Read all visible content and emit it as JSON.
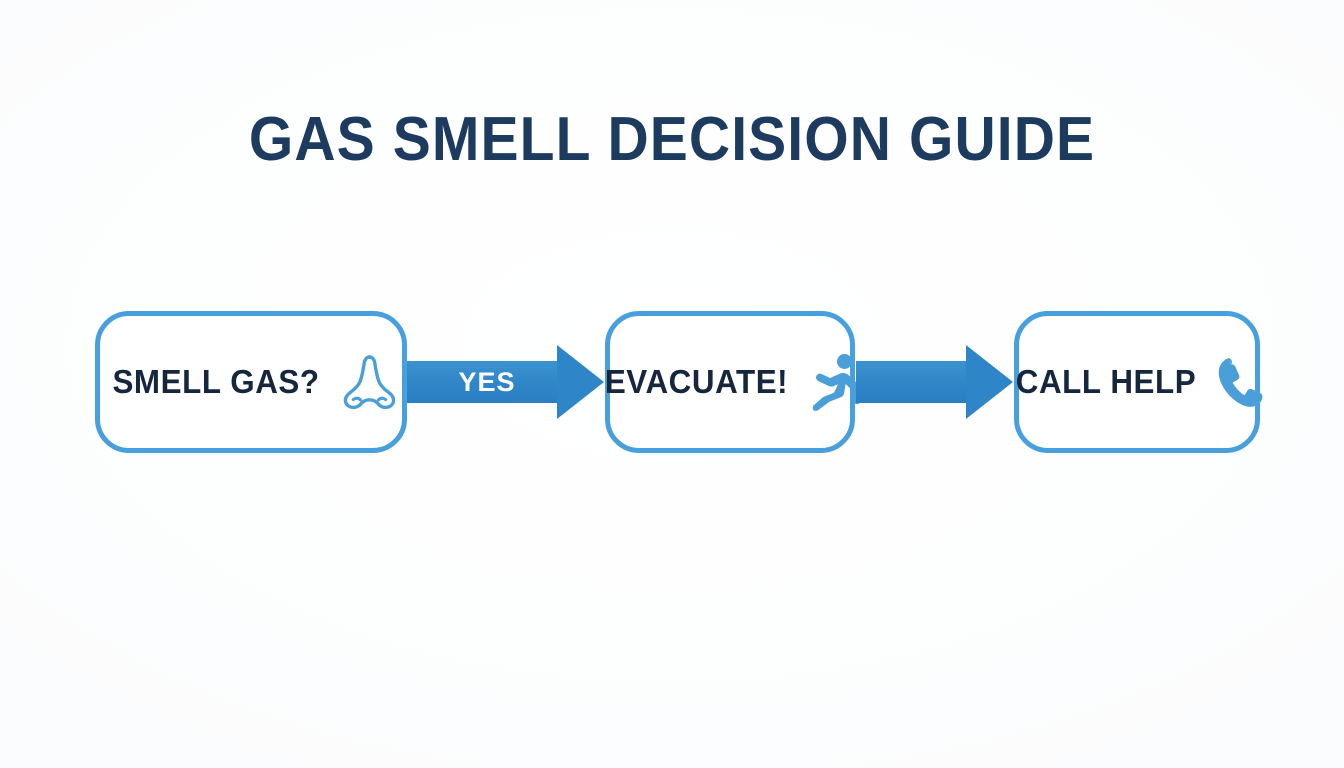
{
  "title": "GAS SMELL DECISION GUIDE",
  "colors": {
    "background": "#ffffff",
    "title_text": "#1d3a5f",
    "node_text": "#16263d",
    "node_border": "#47a0dd",
    "arrow_fill": "#2e86c8",
    "arrow_label_text": "#ffffff",
    "icon_blue": "#4a9fd8"
  },
  "flow": {
    "nodes": [
      {
        "id": "smell-gas",
        "label": "SMELL GAS?",
        "icon": "nose-icon"
      },
      {
        "id": "evacuate",
        "label": "EVACUATE!",
        "icon": "running-person-icon"
      },
      {
        "id": "call-help",
        "label": "CALL HELP",
        "icon": "phone-handset-icon"
      }
    ],
    "arrows": [
      {
        "id": "yes",
        "label": "YES",
        "from": "smell-gas",
        "to": "evacuate"
      },
      {
        "id": "plain",
        "label": "",
        "from": "evacuate",
        "to": "call-help"
      }
    ]
  }
}
